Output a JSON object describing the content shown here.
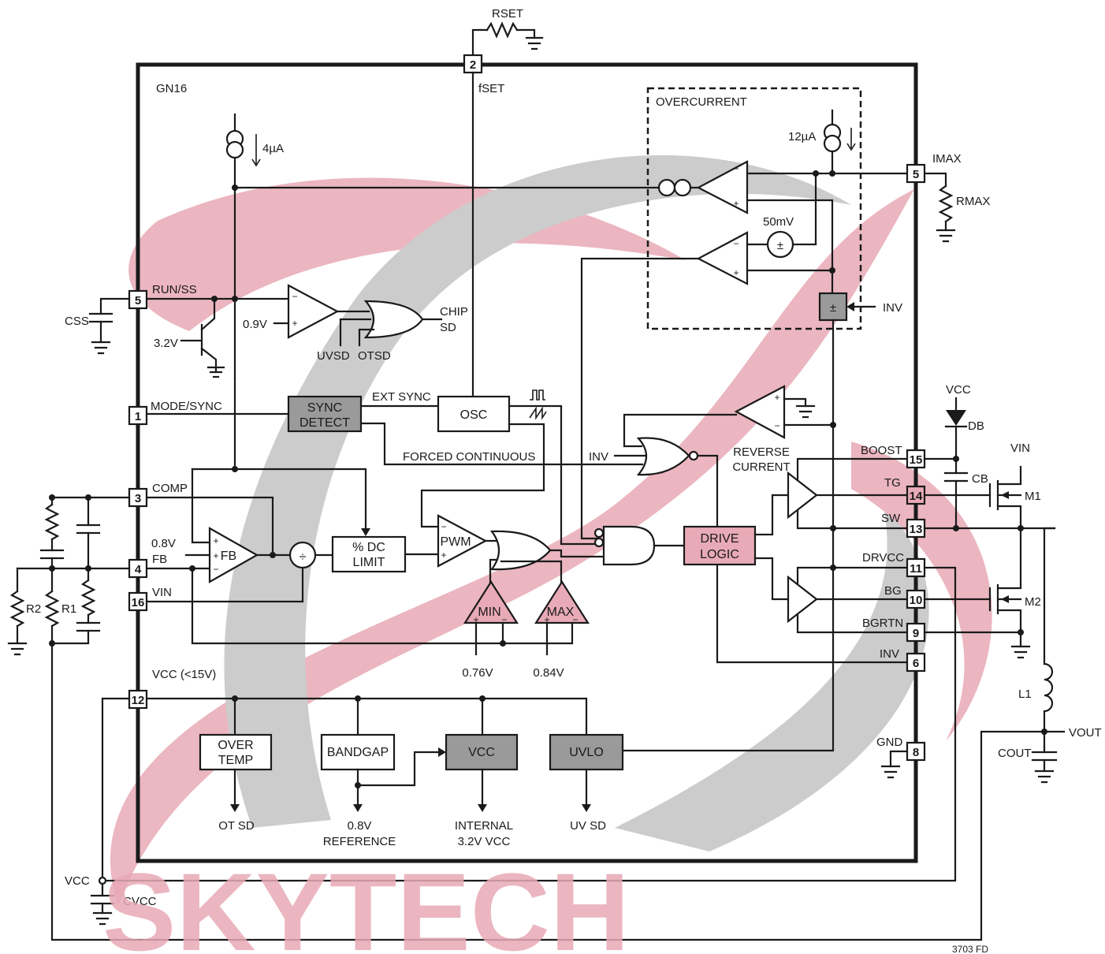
{
  "package": "GN16",
  "external": {
    "rset": "RSET",
    "rmax": "RMAX",
    "css": "CSS",
    "cvcc": "CVCC",
    "cb": "CB",
    "cout": "COUT",
    "db": "DB",
    "r1": "R1",
    "r2": "R2",
    "l1": "L1",
    "m1": "M1",
    "m2": "M2",
    "vin": "VIN",
    "vcc_top": "VCC",
    "vcc_bottom": "VCC",
    "vout": "VOUT"
  },
  "pins": [
    {
      "num": "2",
      "label": "fSET"
    },
    {
      "num": "5",
      "label": "IMAX"
    },
    {
      "num": "5",
      "label": "RUN/SS"
    },
    {
      "num": "1",
      "label": "MODE/SYNC"
    },
    {
      "num": "3",
      "label": "COMP"
    },
    {
      "num": "4",
      "label": "FB"
    },
    {
      "num": "16",
      "label": "VIN"
    },
    {
      "num": "12",
      "label": "VCC (<15V)"
    },
    {
      "num": "15",
      "label": "BOOST"
    },
    {
      "num": "14",
      "label": "TG"
    },
    {
      "num": "13",
      "label": "SW"
    },
    {
      "num": "11",
      "label": "DRVCC"
    },
    {
      "num": "10",
      "label": "BG"
    },
    {
      "num": "9",
      "label": "BGRTN"
    },
    {
      "num": "6",
      "label": "INV"
    },
    {
      "num": "8",
      "label": "GND"
    }
  ],
  "blocks": {
    "overcurrent": "OVERCURRENT",
    "sync_detect_1": "SYNC",
    "sync_detect_2": "DETECT",
    "osc": "OSC",
    "dc_limit_1": "% DC",
    "dc_limit_2": "LIMIT",
    "pwm": "PWM",
    "fb": "FB",
    "min": "MIN",
    "max": "MAX",
    "drive_logic_1": "DRIVE",
    "drive_logic_2": "LOGIC",
    "reverse_current_1": "REVERSE",
    "reverse_current_2": "CURRENT",
    "over_temp_1": "OVER",
    "over_temp_2": "TEMP",
    "bandgap": "BANDGAP",
    "vcc_reg": "VCC",
    "uvlo": "UVLO",
    "pm_sign": "±"
  },
  "labels": {
    "i4ua": "4µA",
    "i12ua": "12µA",
    "v50mv": "50mV",
    "v09": "0.9V",
    "v32": "3.2V",
    "v08": "0.8V",
    "v076": "0.76V",
    "v084": "0.84V",
    "chip_sd_1": "CHIP",
    "chip_sd_2": "SD",
    "uvsd": "UVSD",
    "otsd": "OTSD",
    "inv_in": "INV",
    "inv_nor": "INV",
    "ext_sync": "EXT SYNC",
    "forced_continuous": "FORCED CONTINUOUS",
    "ot_sd": "OT SD",
    "ref_1": "0.8V",
    "ref_2": "REFERENCE",
    "internal_1": "INTERNAL",
    "internal_2": "3.2V VCC",
    "uv_sd": "UV SD",
    "figure_code": "3703 FD"
  },
  "watermark": {
    "text": "SKYTECH",
    "red": "#e8aab6",
    "gray": "#bdbdbd"
  }
}
